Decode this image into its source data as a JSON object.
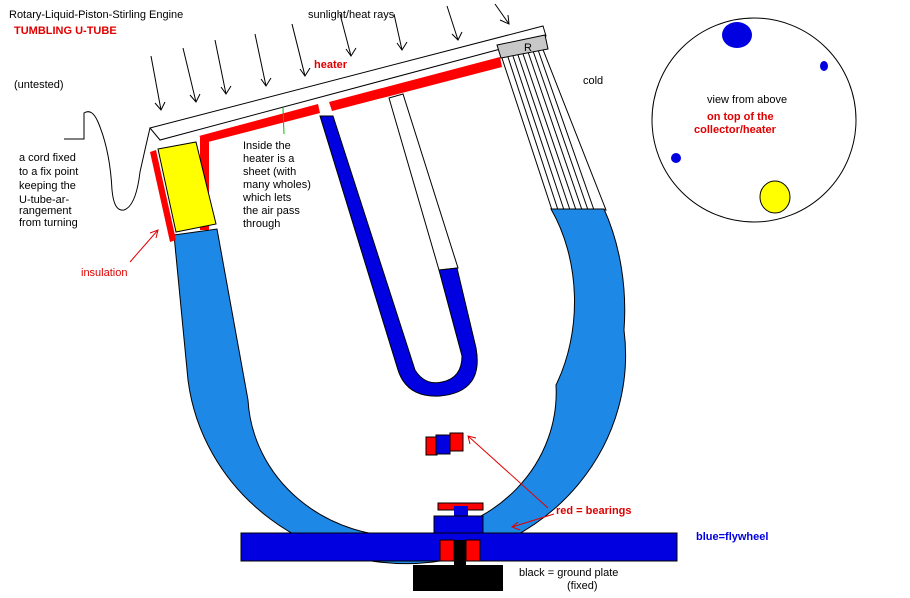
{
  "title": "Rotary-Liquid-Piston-Stirling Engine",
  "subtitle": "TUMBLING U-TUBE",
  "untested_note": "(untested)",
  "sunlight_label": "sunlight/heat rays",
  "heater_label": "heater",
  "cold_label": "cold",
  "r_label": "R",
  "cord_note": [
    "a cord fixed",
    "to a fix point",
    "keeping the",
    "U-tube-ar-",
    "rangement",
    "from turning"
  ],
  "heater_note": [
    "Inside the",
    "heater is a",
    "sheet (with",
    "many wholes)",
    "which lets",
    "the air pass",
    "through"
  ],
  "insulation_label": "insulation",
  "bearings_label": "red = bearings",
  "flywheel_label": "blue=flywheel",
  "ground_label": [
    "black = ground plate",
    "(fixed)"
  ],
  "top_view": {
    "heading": "view from above",
    "subheading": [
      "on top of the",
      "collector/heater"
    ]
  },
  "colors": {
    "water": "#1e88e6",
    "blue": "#0000e0",
    "red": "#ff0000",
    "yellow": "#ffff00",
    "gray": "#c8c8c8",
    "black": "#000000",
    "text_red": "#e00000"
  }
}
